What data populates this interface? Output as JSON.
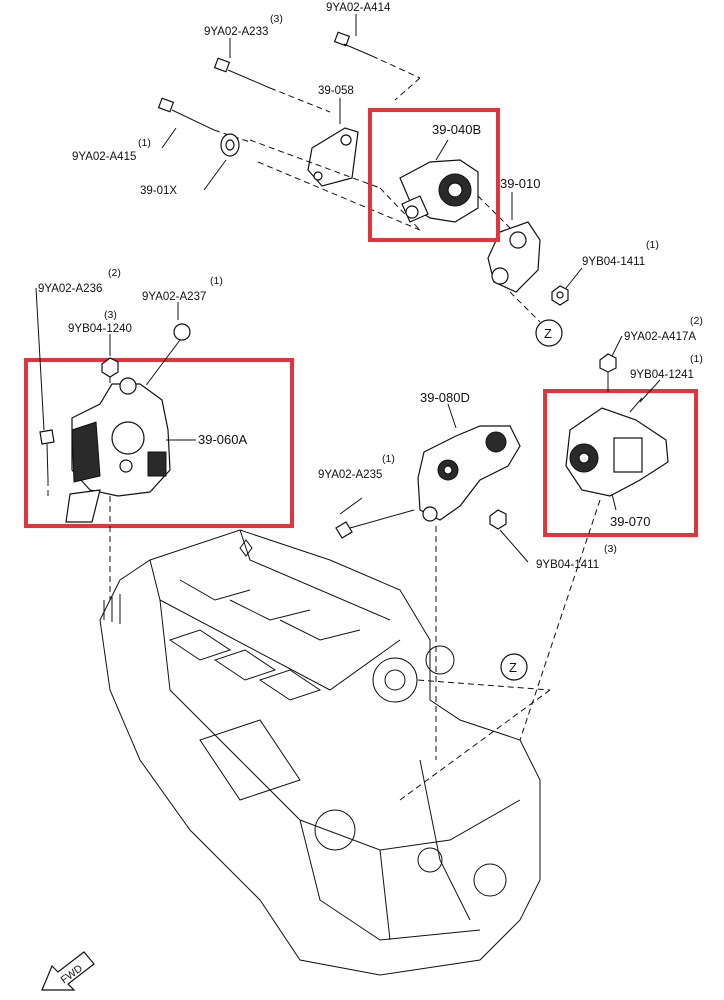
{
  "highlight_color": "#e5333b",
  "labels": {
    "a414": "9YA02-A414",
    "a233": "9YA02-A233",
    "a233_qty": "(3)",
    "p058": "39-058",
    "a415_qty": "(1)",
    "a415": "9YA02-A415",
    "p01x": "39-01X",
    "p040b": "39-040B",
    "p010": "39-010",
    "b1411_qty": "(1)",
    "b1411": "9YB04-1411",
    "z_top": "Z",
    "a236_qty": "(2)",
    "a236": "9YA02-A236",
    "a237_qty": "(1)",
    "a237": "9YA02-A237",
    "b1240_qty": "(3)",
    "b1240": "9YB04-1240",
    "p060a": "39-060A",
    "a417a_qty": "(2)",
    "a417a": "9YA02-A417A",
    "b1241_qty": "(1)",
    "b1241": "9YB04-1241",
    "p080d": "39-080D",
    "a235_qty": "(1)",
    "a235": "9YA02-A235",
    "p070": "39-070",
    "b1411b_qty": "(3)",
    "b1411b": "9YB04-1411",
    "z_mid": "Z",
    "fwd": "FWD"
  }
}
